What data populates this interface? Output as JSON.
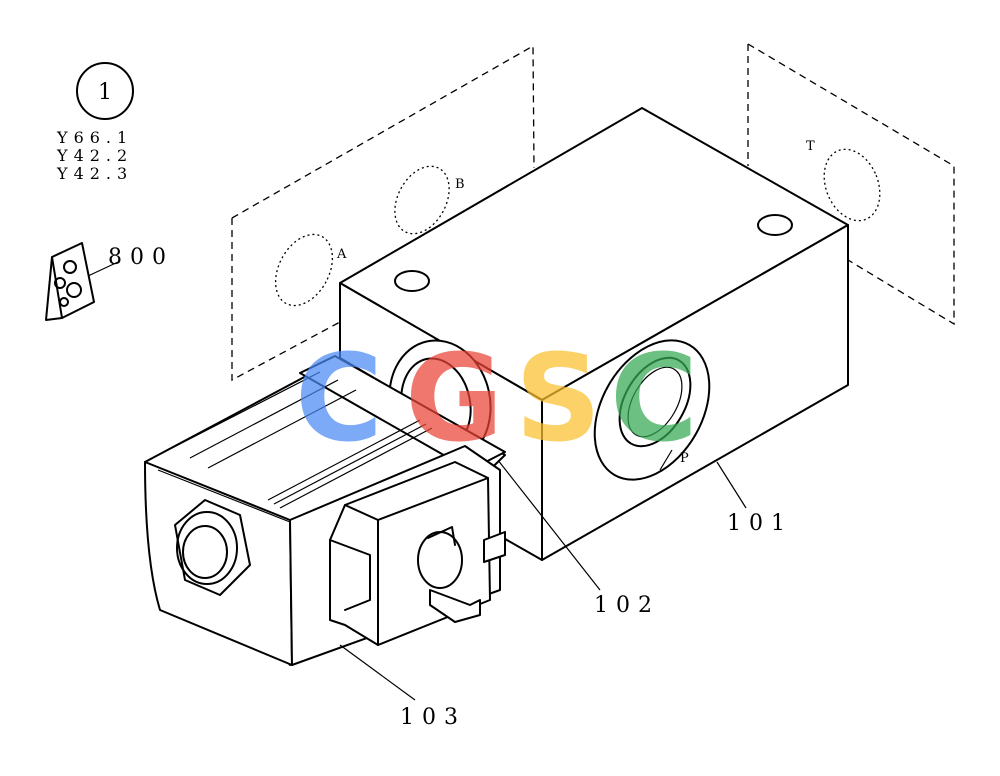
{
  "reference": {
    "number": "1",
    "codes": [
      "Y66.1",
      "Y42.2",
      "Y42.3"
    ]
  },
  "callouts": {
    "kit": "800",
    "valve_block": "101",
    "seal": "102",
    "coil": "103"
  },
  "ports": {
    "a": "A",
    "b": "B",
    "t": "T",
    "p": "P"
  },
  "watermark": {
    "letters": [
      "C",
      "G",
      "S",
      "C"
    ],
    "colors": [
      "#4a8af4",
      "#ea4335",
      "#fbc02d",
      "#34a853"
    ]
  }
}
